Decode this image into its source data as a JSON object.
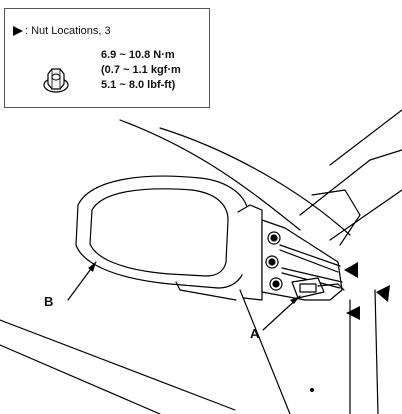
{
  "legend": {
    "caption": ": Nut Locations, 3",
    "torque_nm": "6.9 ~ 10.8 N·m",
    "torque_kgf": "(0.7 ~ 1.1 kgf·m",
    "torque_lbf": "5.1 ~ 8.0 lbf-ft)"
  },
  "labels": {
    "a": "A",
    "b": "B"
  },
  "icons": {
    "marker": "triangle-arrow-icon",
    "nut": "flange-nut-icon"
  }
}
